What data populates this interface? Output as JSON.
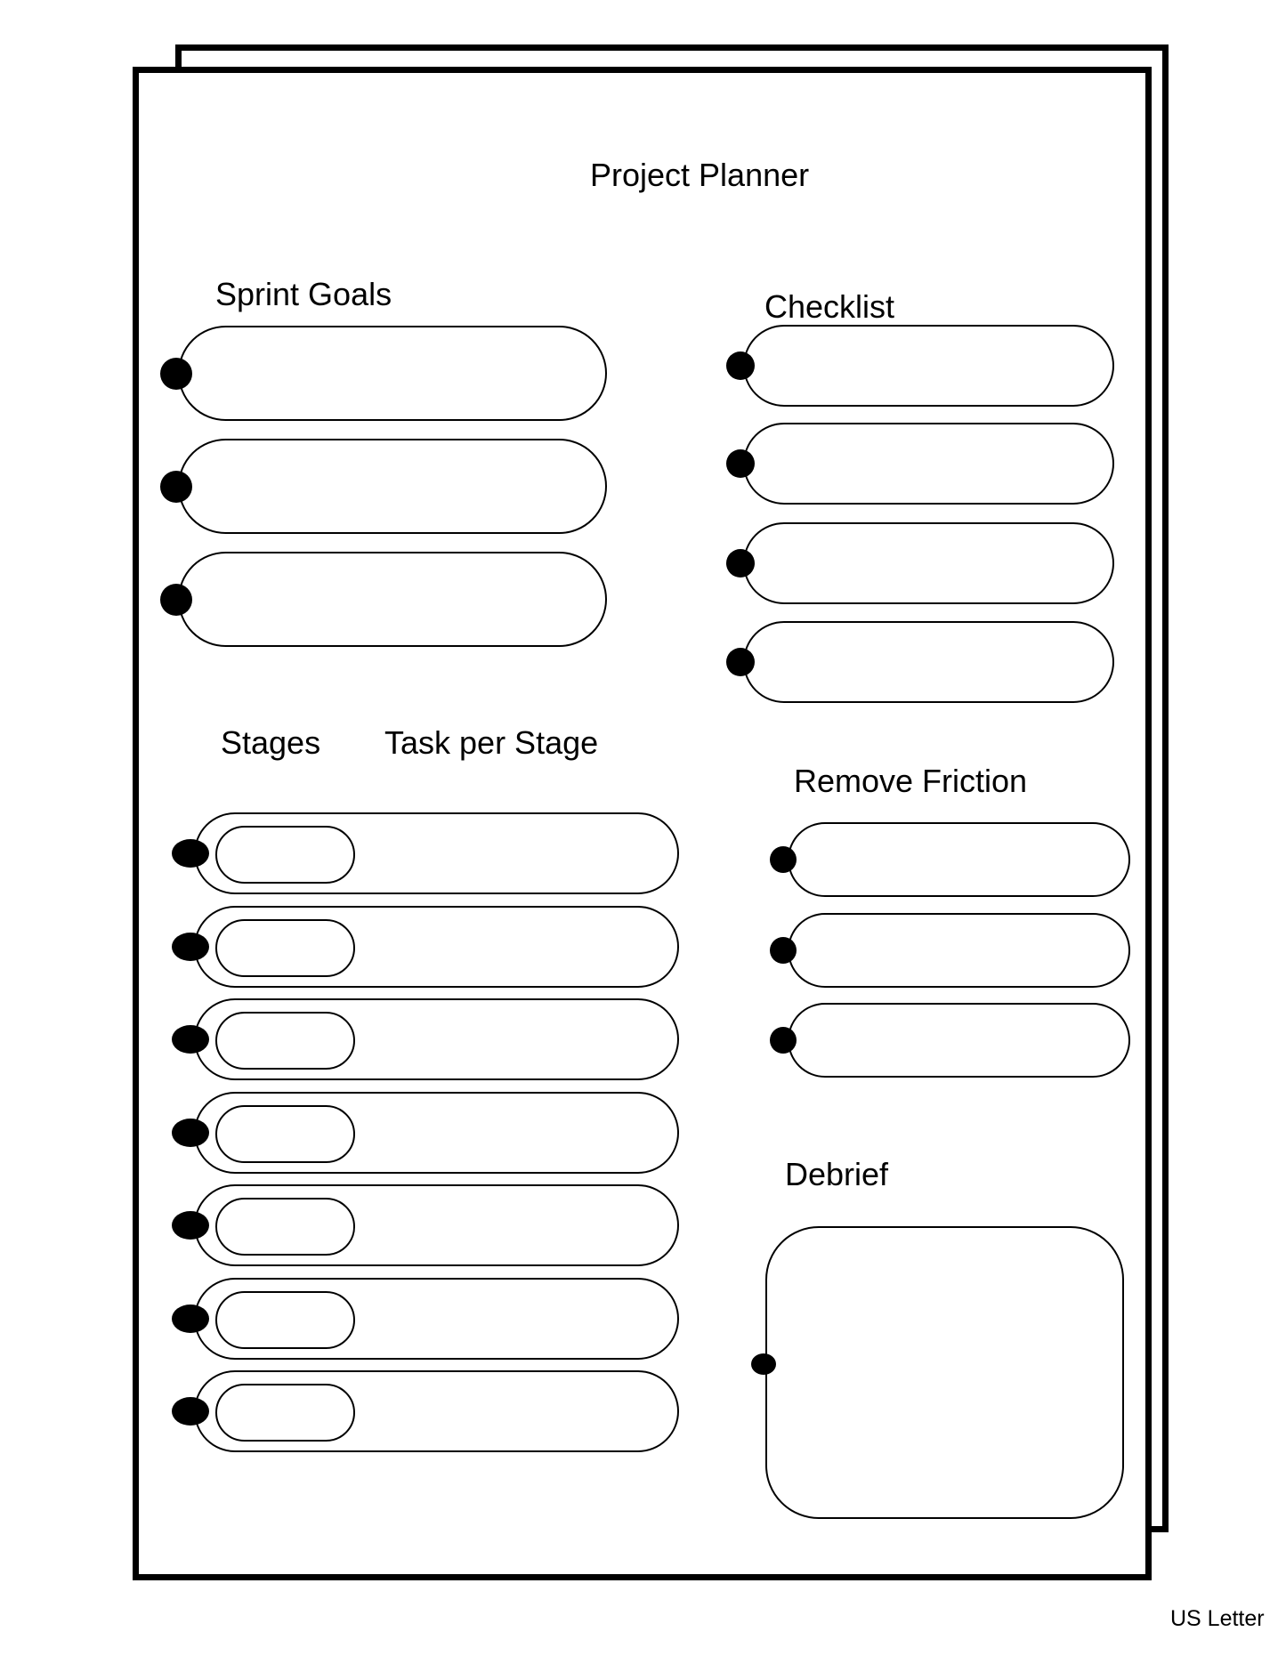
{
  "page": {
    "title": "Project Planner",
    "format_label": "US Letter"
  },
  "colors": {
    "ink": "#000000",
    "paper": "#ffffff"
  },
  "sections": {
    "sprint_goals": {
      "label": "Sprint Goals",
      "slots": 3
    },
    "checklist": {
      "label": "Checklist",
      "slots": 4
    },
    "stages": {
      "label": "Stages",
      "slots": 7
    },
    "task_per_stage": {
      "label": "Task per Stage",
      "slots": 7
    },
    "remove_friction": {
      "label": "Remove Friction",
      "slots": 3
    },
    "debrief": {
      "label": "Debrief",
      "slots": 1
    }
  }
}
